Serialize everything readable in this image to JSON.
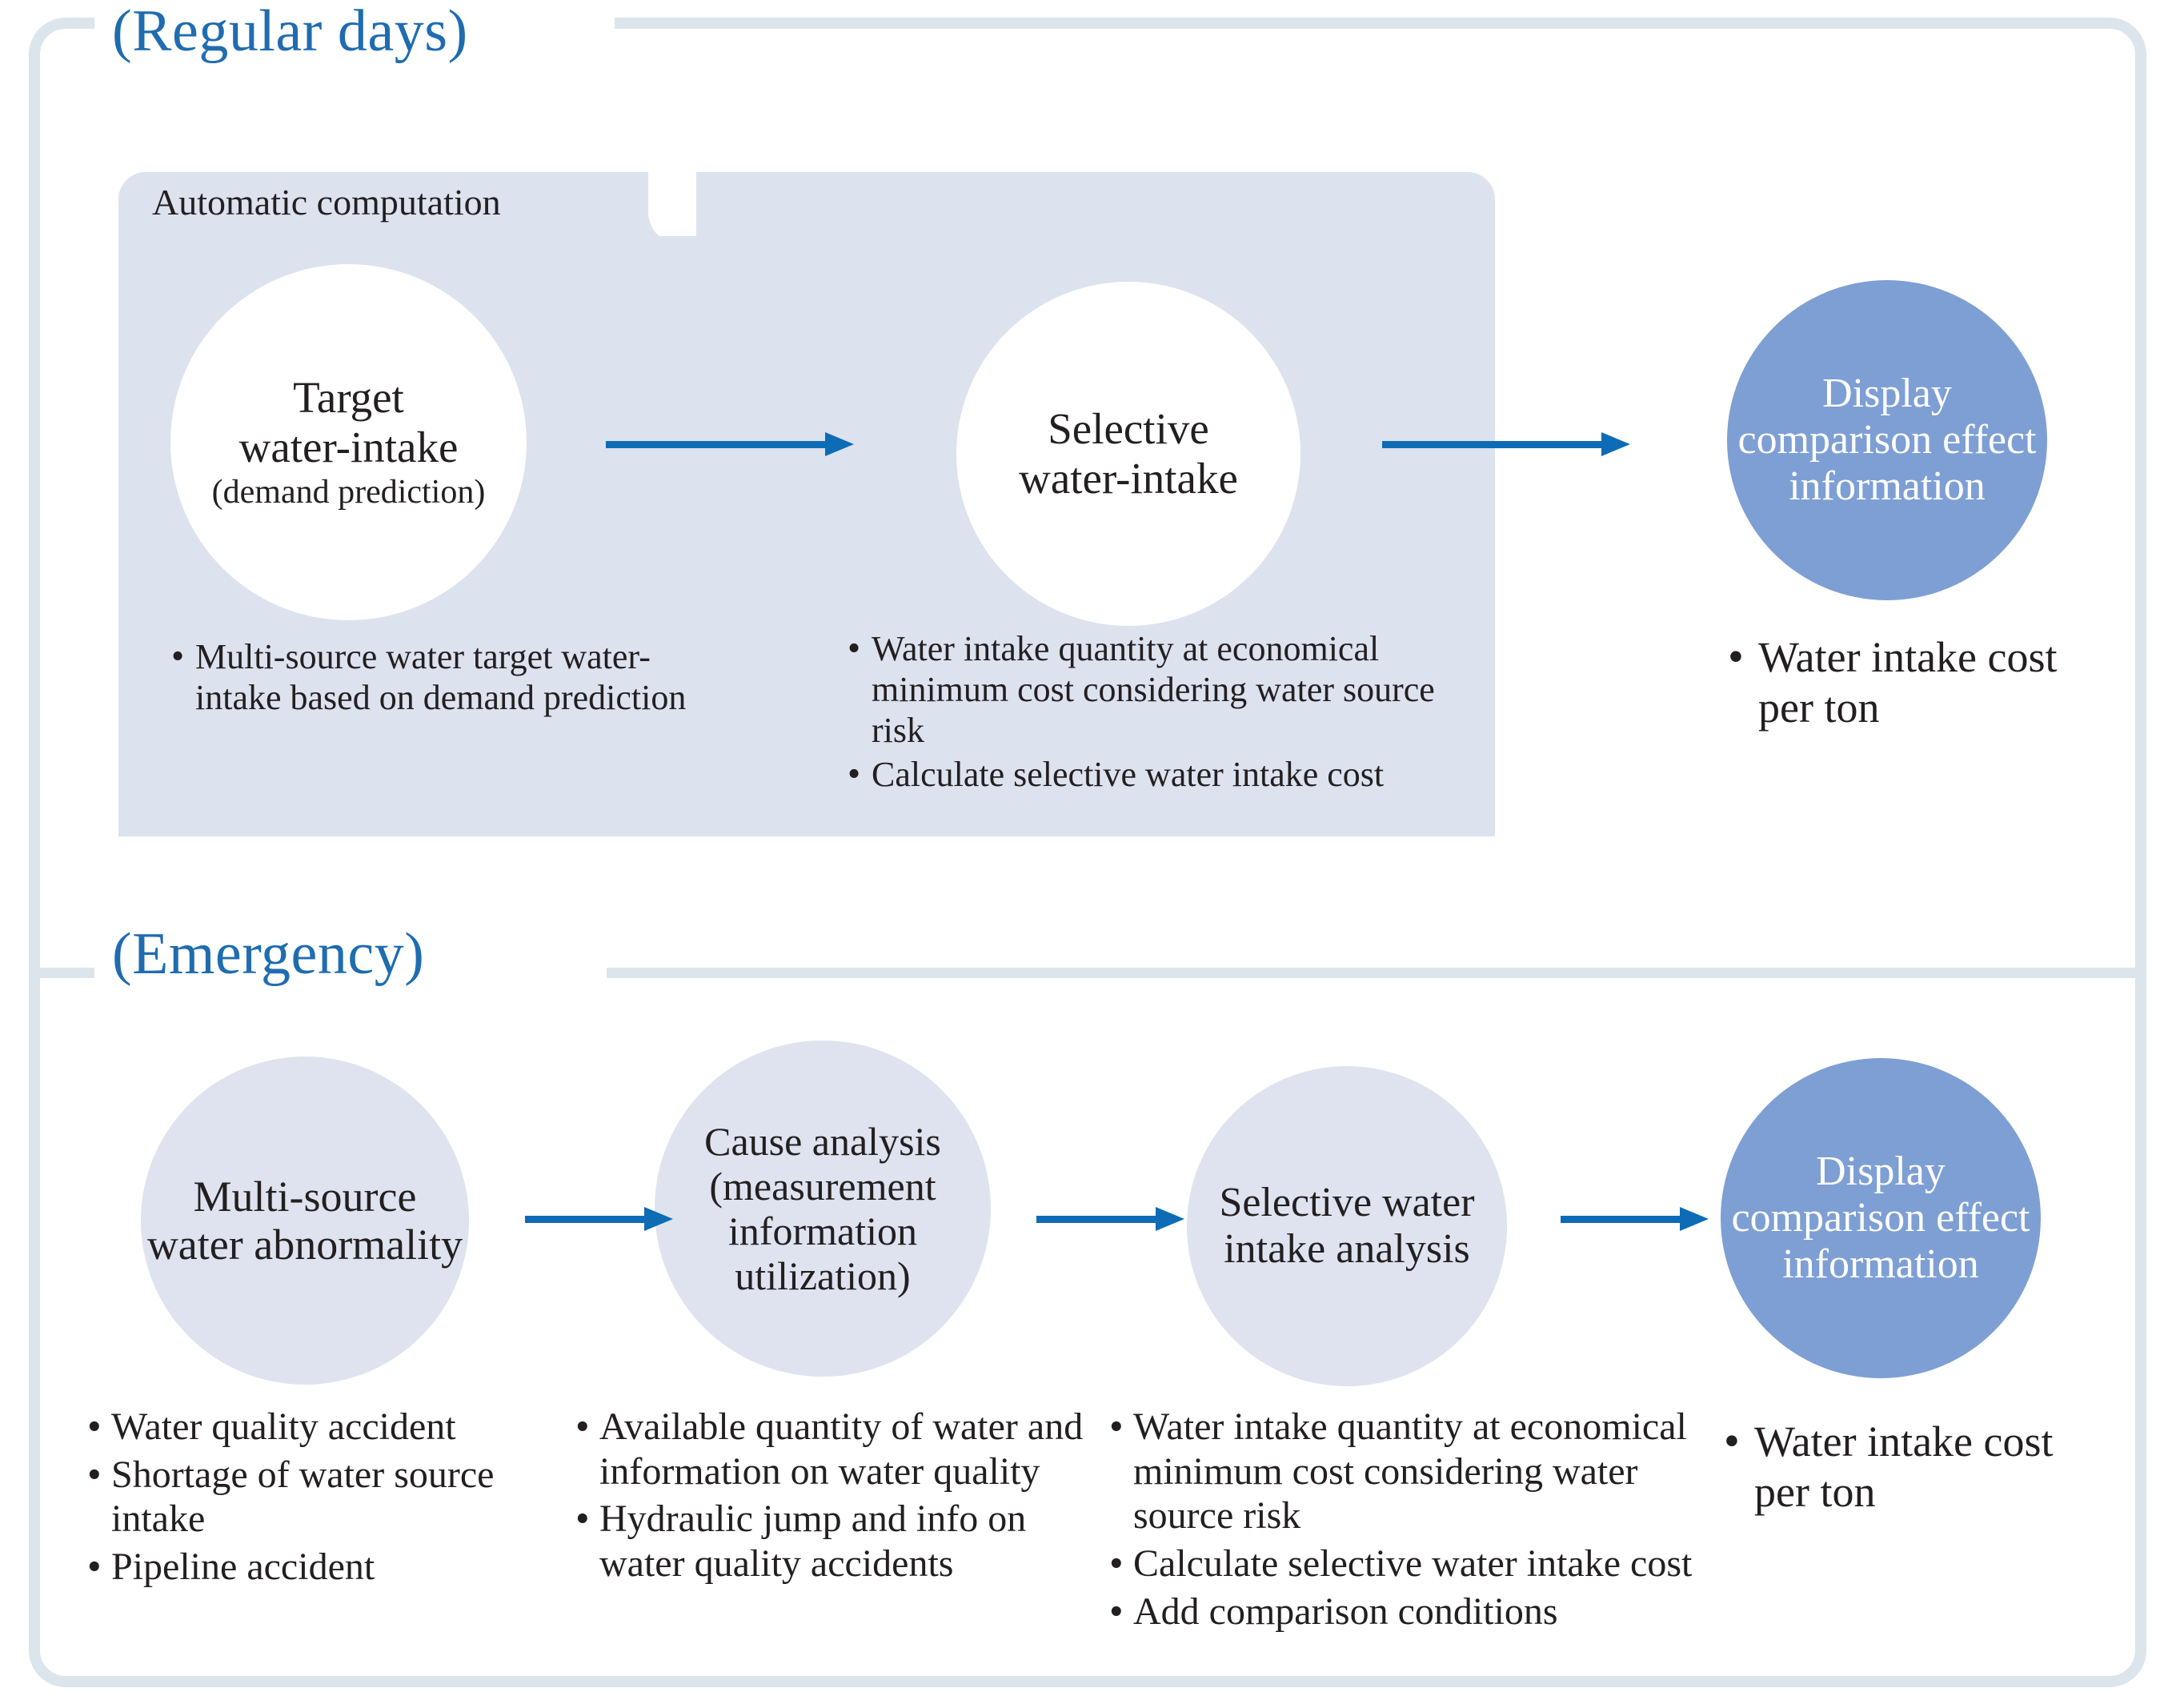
{
  "diagram": {
    "frame_color": "#dde5ec",
    "accent_blue": "#1f6cb0",
    "arrow_color": "#0d6cb5",
    "panel_fill": "#dde2ef",
    "circle_lavender": "#dee3ef",
    "circle_blue": "#7e9fd4"
  },
  "sections": {
    "regular": {
      "label": "(Regular days)",
      "panel_label": "Automatic computation",
      "nodes": {
        "target": {
          "title": "Target",
          "title2": "water-intake",
          "subtitle": "(demand prediction)"
        },
        "selective": {
          "title": "Selective",
          "title2": "water-intake"
        },
        "display": {
          "title": "Display comparison effect information"
        }
      },
      "bullets": {
        "target": [
          "Multi-source water  target water-intake based on demand prediction"
        ],
        "selective": [
          "Water intake quantity at economical minimum cost considering water source risk",
          "Calculate selective water intake cost"
        ],
        "display": [
          "Water intake cost per ton"
        ]
      }
    },
    "emergency": {
      "label": "(Emergency)",
      "nodes": {
        "abnormality": {
          "title": "Multi-source water abnormality"
        },
        "cause": {
          "title": "Cause analysis",
          "subtitle": "(measurement information utilization)"
        },
        "selective_analysis": {
          "title": "Selective water intake analysis"
        },
        "display": {
          "title": "Display comparison effect information"
        }
      },
      "bullets": {
        "abnormality": [
          "Water quality accident",
          "Shortage of water source intake",
          "Pipeline accident"
        ],
        "cause": [
          "Available quantity of water and information on water quality",
          "Hydraulic jump and info on water quality accidents"
        ],
        "selective_analysis": [
          "Water intake quantity at economical minimum cost considering water source risk",
          "Calculate selective water intake cost",
          "Add comparison conditions"
        ],
        "display": [
          "Water intake cost per ton"
        ]
      }
    }
  }
}
